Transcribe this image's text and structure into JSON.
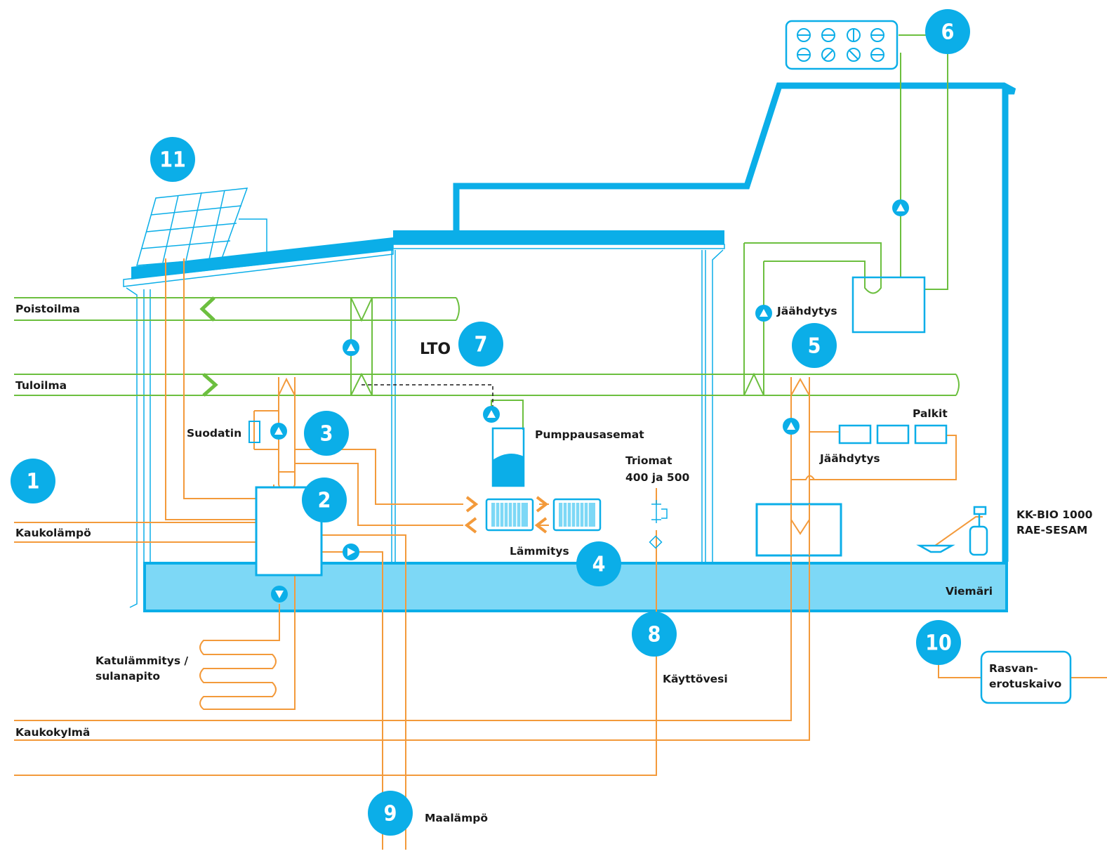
{
  "colors": {
    "blue": "#0baee8",
    "light_blue": "#7dd8f6",
    "green": "#6cbf3f",
    "orange": "#f39a3b",
    "text": "#1a1a1a"
  },
  "labels": {
    "poistoilma": "Poistoilma",
    "tuloilma": "Tuloilma",
    "kaukolampo": "Kaukolämpö",
    "kaukokylma": "Kaukokylmä",
    "suodatin": "Suodatin",
    "katulammitys_1": "Katulämmitys /",
    "katulammitys_2": "sulanapito",
    "lto": "LTO",
    "pumppausasemat": "Pumppausasemat",
    "lammitys": "Lämmitys",
    "triomat_1": "Triomat",
    "triomat_2": "400 ja 500",
    "kayttovesi": "Käyttövesi",
    "maalampo": "Maalämpö",
    "jaahdytys_top": "Jäähdytys",
    "jaahdytys_beam": "Jäähdytys",
    "palkit": "Palkit",
    "kkbio_1": "KK-BIO 1000",
    "kkbio_2": "RAE-SESAM",
    "viemari": "Viemäri",
    "rasvan_1": "Rasvan-",
    "rasvan_2": "erotuskaivo"
  },
  "badges": [
    "1",
    "2",
    "3",
    "4",
    "5",
    "6",
    "LTO 7",
    "8",
    "9",
    "10",
    "11"
  ],
  "badge_numbers": {
    "b1": "1",
    "b2": "2",
    "b3": "3",
    "b4": "4",
    "b5": "5",
    "b6": "6",
    "b7": "7",
    "b8": "8",
    "b9": "9",
    "b10": "10",
    "b11": "11"
  },
  "icons": {
    "pump": "pump-triangle-icon",
    "radiator": "radiator-icon",
    "solar": "solar-panel-icon",
    "valve": "valve-icon",
    "cylinder": "gas-cylinder-icon",
    "drain": "floor-drain-icon"
  }
}
